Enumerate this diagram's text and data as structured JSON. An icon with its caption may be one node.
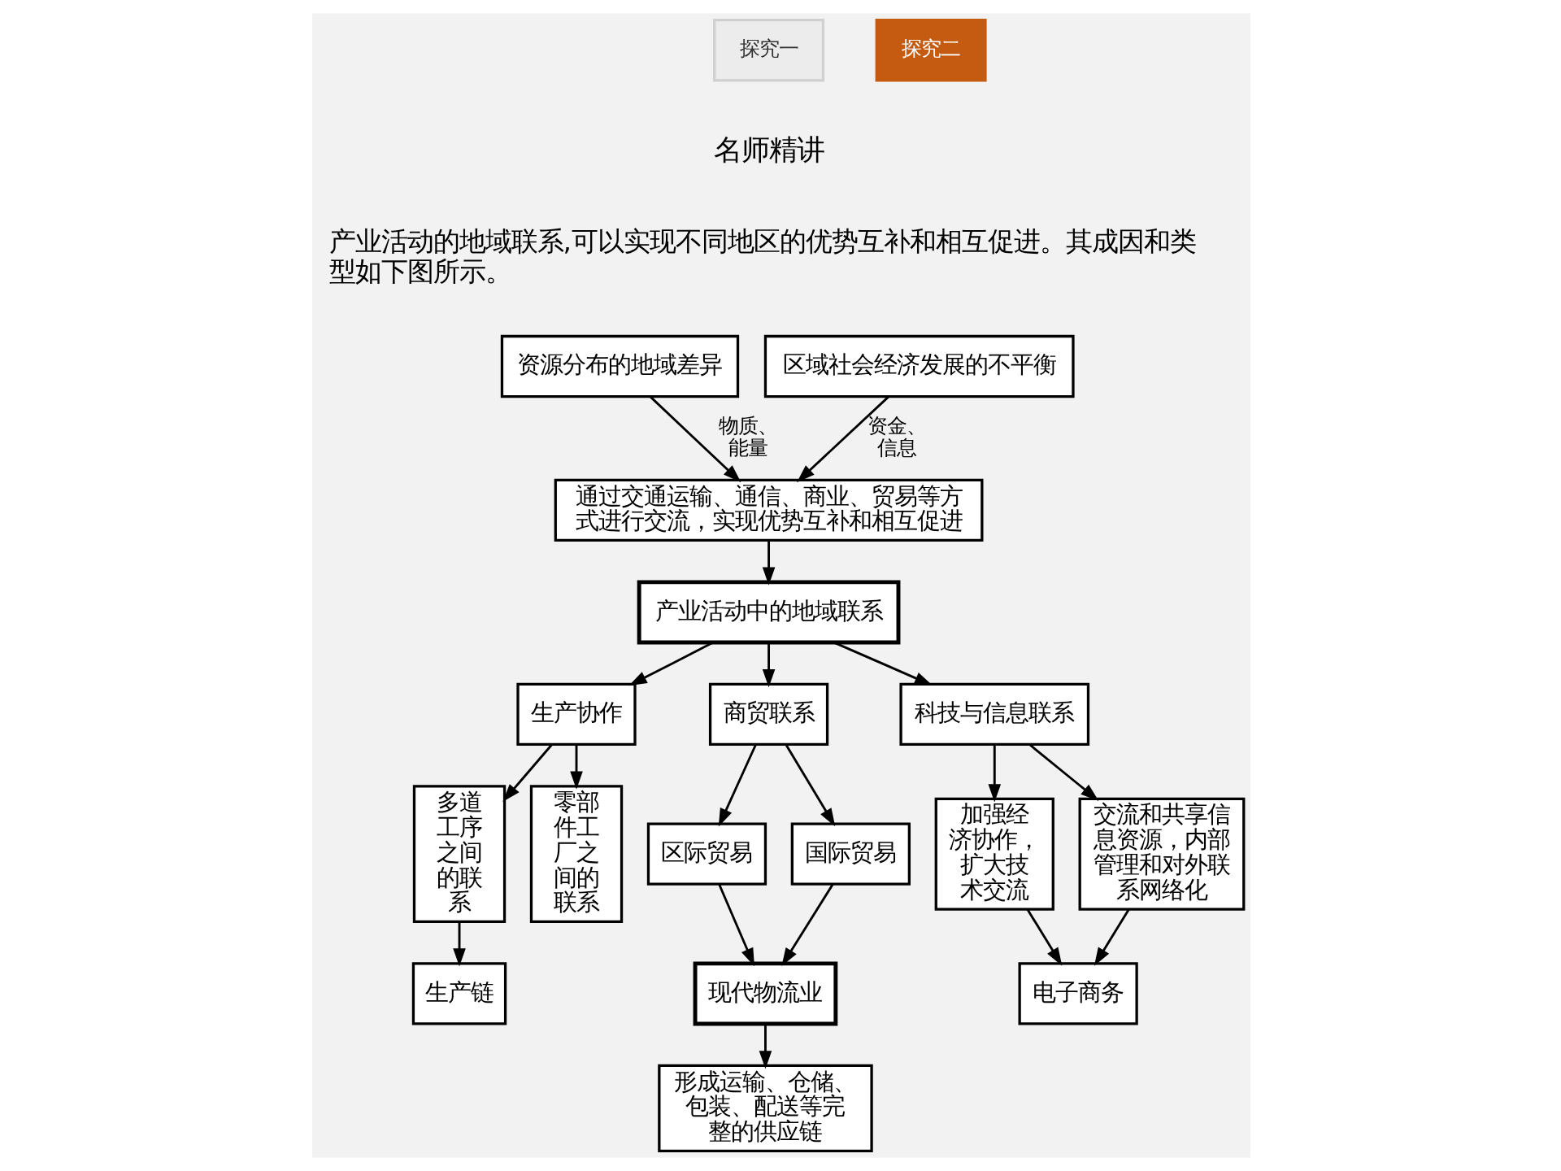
{
  "diagram": {
    "nodes": [
      {
        "text": [
          "资源分布的地域差异"
        ]
      },
      {
        "text": [
          "区域社会经济发展的不平衡"
        ]
      },
      {
        "text": [
          "通过交通运输、通信、商业、贸易等方式进行交流，实现优势互补和相互促进"
        ]
      },
      {
        "text": [
          "产业活动中的地域联系"
        ]
      },
      {
        "text": [
          "生产协作"
        ]
      },
      {
        "text": [
          "商贸联系"
        ]
      },
      {
        "text": [
          "科技与信息联系"
        ]
      },
      {
        "text": [
          "多道工序之间的联系"
        ]
      },
      {
        "text": [
          "零部件工厂之间的联系"
        ]
      },
      {
        "text": [
          "区际贸易"
        ]
      },
      {
        "text": [
          "国际贸易"
        ]
      },
      {
        "text": [
          "加强经济协作，扩大技术交流"
        ]
      },
      {
        "text": [
          "交流和共享信息资源，内部管理和对外联系网络化"
        ]
      },
      {
        "text": [
          "现代物流业"
        ]
      },
      {
        "text": [
          "电子商务"
        ]
      },
      {
        "text": [
          "生产链"
        ]
      },
      {
        "text": [
          "形成运输、仓储、包装、配送等完整的供应链"
        ]
      }
    ],
    "edges": [
      {
        "from": 0,
        "to": 2,
        "arrow": "to",
        "label": "物质、能量"
      },
      {
        "from": 1,
        "to": 2,
        "arrow": "to",
        "label": "资金、信息"
      },
      {
        "from": 2,
        "to": 3,
        "arrow": "to"
      },
      {
        "from": 3,
        "to": 4,
        "arrow": "to"
      },
      {
        "from": 3,
        "to": 5,
        "arrow": "to"
      },
      {
        "from": 3,
        "to": 6,
        "arrow": "to"
      },
      {
        "from": 4,
        "to": 7,
        "arrow": "to"
      },
      {
        "from": 4,
        "to": 8,
        "arrow": "to"
      },
      {
        "from": 5,
        "to": 9,
        "arrow": "to"
      },
      {
        "from": 5,
        "to": 10,
        "arrow": "to"
      },
      {
        "from": 6,
        "to": 11,
        "arrow": "to"
      },
      {
        "from": 6,
        "to": 12,
        "arrow": "to"
      },
      {
        "from": 9,
        "to": 13,
        "arrow": "to"
      },
      {
        "from": 10,
        "to": 13,
        "arrow": "to"
      },
      {
        "from": 11,
        "to": 14,
        "arrow": "to"
      },
      {
        "from": 12,
        "to": 14,
        "arrow": "to"
      },
      {
        "from": 7,
        "to": 15,
        "arrow": "to"
      },
      {
        "from": 13,
        "to": 16,
        "arrow": "to"
      }
    ],
    "labels": [
      "探究一",
      "探究二",
      "名师精讲",
      "产业活动的地域联系,可以实现不同地区的优势互补和相互促进。其成因和类型如下图所示。"
    ]
  }
}
